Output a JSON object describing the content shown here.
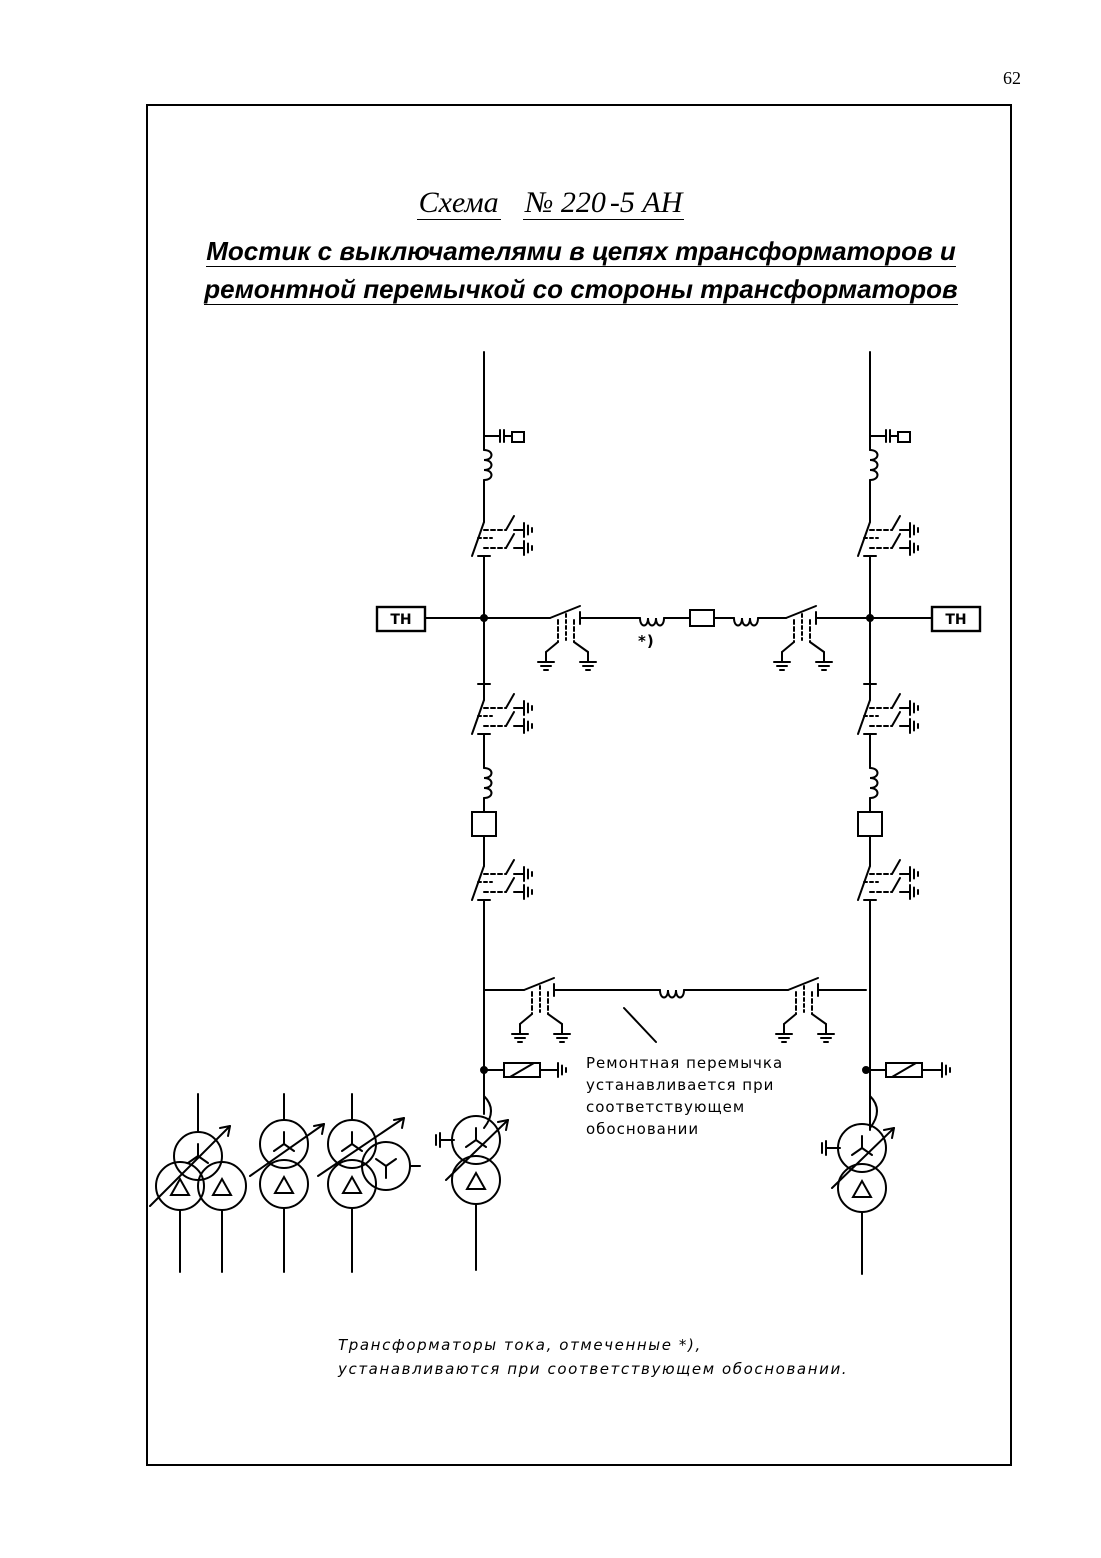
{
  "page_number": "62",
  "title": {
    "prefix": "Схема",
    "number": "№ 220",
    "suffix": "-5 АН"
  },
  "subtitle": {
    "line1": "Мостик с выключателями в цепях трансформаторов и",
    "line2": "ремонтной перемычкой со стороны трансформаторов"
  },
  "labels": {
    "tn_left": "ТН",
    "tn_right": "ТН",
    "ct_mark": "*)"
  },
  "repair_note": {
    "line1": "Ремонтная перемычка",
    "line2": "устанавливается при",
    "line3": "соответствующем",
    "line4": "обосновании"
  },
  "footnote": {
    "line1": "Трансформаторы тока, отмеченные *),",
    "line2": "устанавливаются при соответствующем обосновании."
  }
}
